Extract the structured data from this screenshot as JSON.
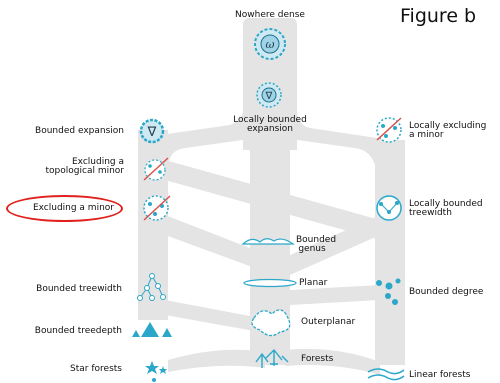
{
  "figure_label": "Figure b",
  "nodes": {
    "nowhere_dense": "Nowhere dense",
    "locally_bounded_expansion": [
      "Locally bounded",
      "expansion"
    ],
    "bounded_expansion": "Bounded expansion",
    "locally_excluding_minor": [
      "Locally excluding",
      "a minor"
    ],
    "excluding_topological_minor": [
      "Excluding a",
      "topological minor"
    ],
    "excluding_minor": "Excluding a minor",
    "locally_bounded_treewidth": [
      "Locally bounded",
      "treewidth"
    ],
    "bounded_genus": [
      "Bounded",
      "genus"
    ],
    "planar": "Planar",
    "bounded_treewidth": "Bounded treewidth",
    "bounded_degree": "Bounded degree",
    "outerplanar": "Outerplanar",
    "bounded_treedepth": "Bounded treedepth",
    "forests": "Forests",
    "star_forests": "Star forests",
    "linear_forests": "Linear forests"
  },
  "icons": {
    "nowhere_dense_symbol": "ω",
    "locally_bounded_expansion_symbol": "∇",
    "bounded_expansion_symbol": "∇"
  },
  "colors": {
    "band": "#e4e4e4",
    "accent": "#2aa7c9",
    "dark_node": "#1f6f8b",
    "highlight": "#e0211d",
    "strike": "#d9534f"
  }
}
